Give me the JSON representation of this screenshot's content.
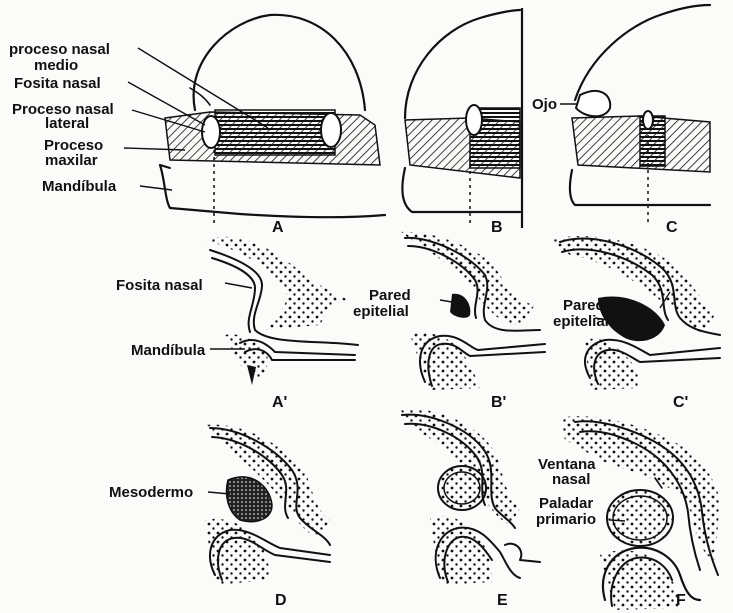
{
  "labels": {
    "proceso_nasal_medio": [
      "proceso nasal",
      "medio"
    ],
    "fosita_nasal_top": "Fosita nasal",
    "proceso_nasal_lateral": [
      "Proceso nasal",
      "lateral"
    ],
    "proceso_maxilar": [
      "Proceso",
      "maxilar"
    ],
    "mandibula_top": "Mandíbula",
    "ojo": "Ojo",
    "fosita_nasal_mid": "Fosita nasal",
    "mandibula_mid": "Mandíbula",
    "pared_epitelial_b": [
      "Pared",
      "epitelial"
    ],
    "pared_epitelial_c": [
      "Pared",
      "epitelial"
    ],
    "mesodermo": "Mesodermo",
    "ventana_nasal": [
      "Ventana",
      "nasal"
    ],
    "paladar_primario": [
      "Paladar",
      "primario"
    ]
  },
  "panels": {
    "A": "A",
    "B": "B",
    "C": "C",
    "A_prime": "A'",
    "B_prime": "B'",
    "C_prime": "C'",
    "D": "D",
    "E": "E",
    "F": "F"
  },
  "colors": {
    "ink": "#111111",
    "background": "#fbfbf9"
  }
}
